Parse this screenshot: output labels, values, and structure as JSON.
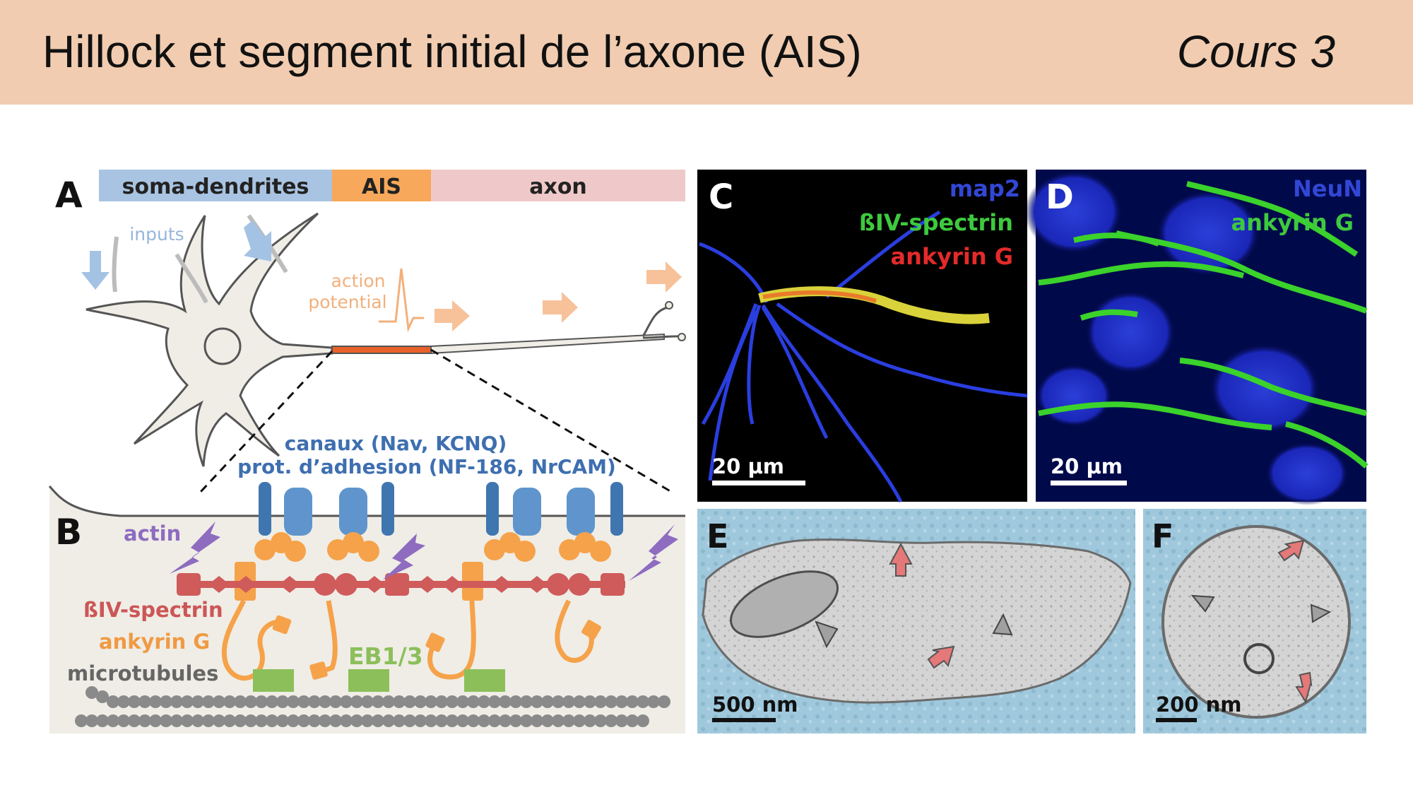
{
  "header": {
    "title": "Hillock et segment initial de l’axone (AIS)",
    "course": "Cours 3"
  },
  "panelA": {
    "letter": "A",
    "bar": [
      "soma-dendrites",
      "AIS",
      "axon"
    ],
    "inputs": "inputs",
    "action_potential": [
      "action",
      "potential"
    ]
  },
  "panelB": {
    "letter": "B",
    "channels": "canaux (Nav, KCNQ)",
    "adhesion": "prot. d’adhesion  (NF-186, NrCAM)",
    "actin": "actin",
    "spectrin": "ßIV-spectrin",
    "ankyrin": "ankyrin G",
    "microtubules": "microtubules",
    "eb": "EB1/3"
  },
  "panelC": {
    "letter": "C",
    "markers": [
      "map2",
      "ßIV-spectrin",
      "ankyrin G"
    ],
    "scale": "20 µm"
  },
  "panelD": {
    "letter": "D",
    "markers": [
      "NeuN",
      "ankyrin G"
    ],
    "scale": "20 µm"
  },
  "panelE": {
    "letter": "E",
    "scale": "500 nm"
  },
  "panelF": {
    "letter": "F",
    "scale": "200 nm"
  },
  "colors": {
    "soma_dendrites": "#a9c4e2",
    "ais": "#f7a85a",
    "axon": "#efc9c9",
    "actin": "#8e6cc0",
    "spectrin": "#d05b5b",
    "ankyrin": "#f6a24a",
    "channels": "#3f76b0",
    "eb": "#8cbf5a",
    "microtubules": "#8a8a8a",
    "map2": "#3247d6",
    "green_marker": "#3ec93e",
    "red_marker": "#e42a2a"
  }
}
